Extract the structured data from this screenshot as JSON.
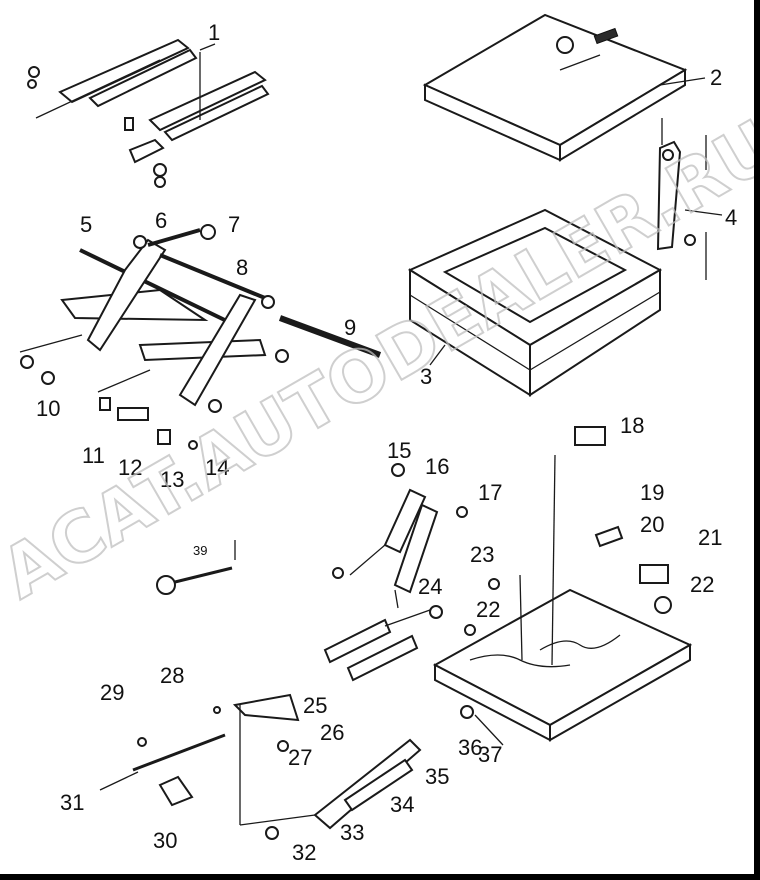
{
  "diagram": {
    "type": "exploded-parts-diagram",
    "watermark": "ACAT.AUTODEALER.RU",
    "callouts": [
      "1",
      "2",
      "3",
      "4",
      "5",
      "6",
      "7",
      "8",
      "9",
      "10",
      "11",
      "12",
      "13",
      "14",
      "15",
      "16",
      "17",
      "18",
      "19",
      "20",
      "21",
      "22",
      "22",
      "23",
      "24",
      "25",
      "26",
      "27",
      "28",
      "29",
      "30",
      "31",
      "32",
      "33",
      "34",
      "35",
      "36",
      "37",
      "39"
    ]
  }
}
